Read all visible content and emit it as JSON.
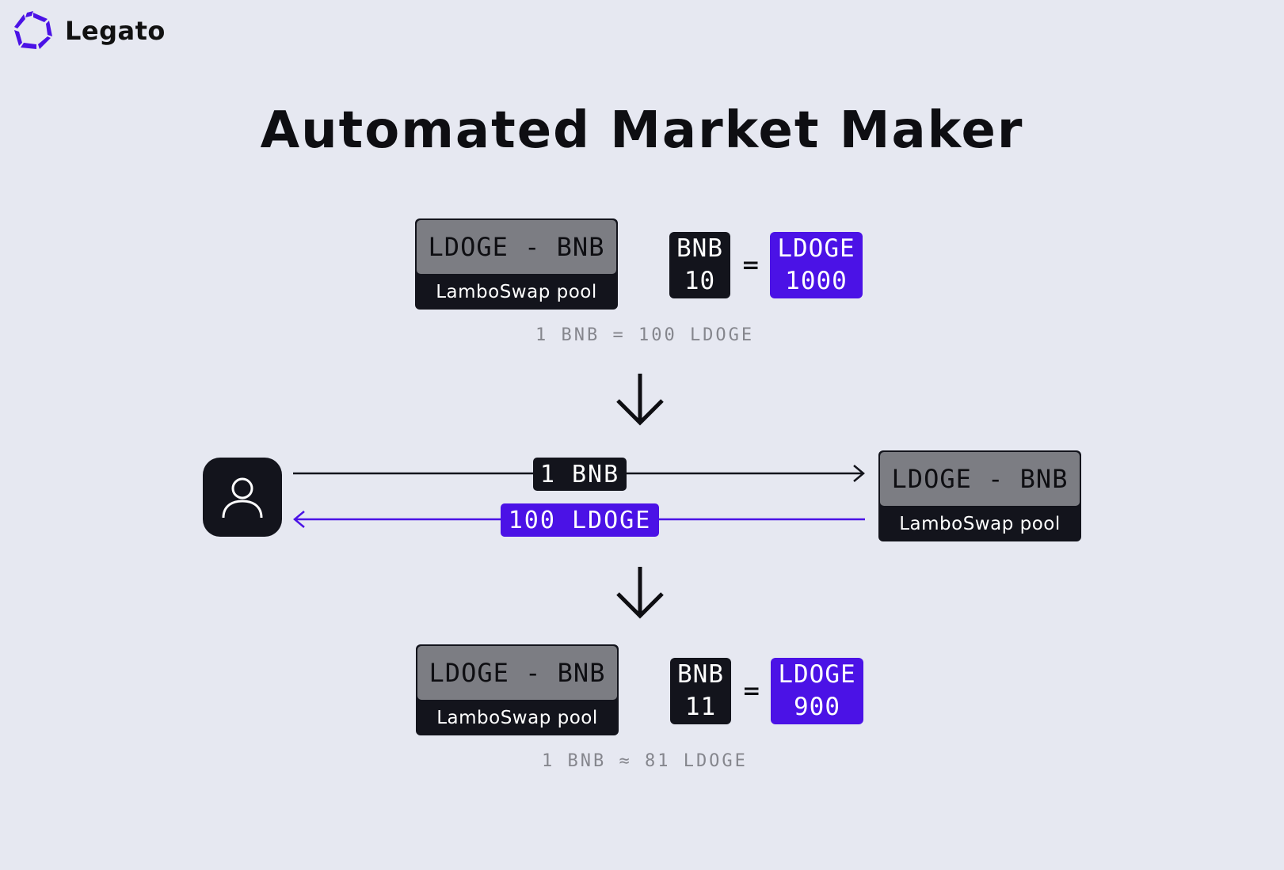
{
  "brand": {
    "name": "Legato",
    "logo_icon": "legato-logo-icon"
  },
  "title": "Automated Market Maker",
  "colors": {
    "background": "#e6e8f1",
    "dark": "#13141c",
    "accent": "#4b12e6",
    "pool_gray": "#7c7d83",
    "muted": "#85868d"
  },
  "before": {
    "pool_pair": "LDOGE - BNB",
    "pool_name": "LamboSwap pool",
    "bnb": {
      "label": "BNB",
      "value": "10"
    },
    "equals": "=",
    "ldoge": {
      "label": "LDOGE",
      "value": "1000"
    },
    "rate": "1 BNB = 100 LDOGE"
  },
  "swap": {
    "user_icon": "user-icon",
    "send_label": "1 BNB",
    "receive_label": "100 LDOGE",
    "pool_pair": "LDOGE - BNB",
    "pool_name": "LamboSwap pool"
  },
  "after": {
    "pool_pair": "LDOGE - BNB",
    "pool_name": "LamboSwap pool",
    "bnb": {
      "label": "BNB",
      "value": "11"
    },
    "equals": "=",
    "ldoge": {
      "label": "LDOGE",
      "value": "900"
    },
    "rate": "1 BNB ≈ 81 LDOGE"
  }
}
